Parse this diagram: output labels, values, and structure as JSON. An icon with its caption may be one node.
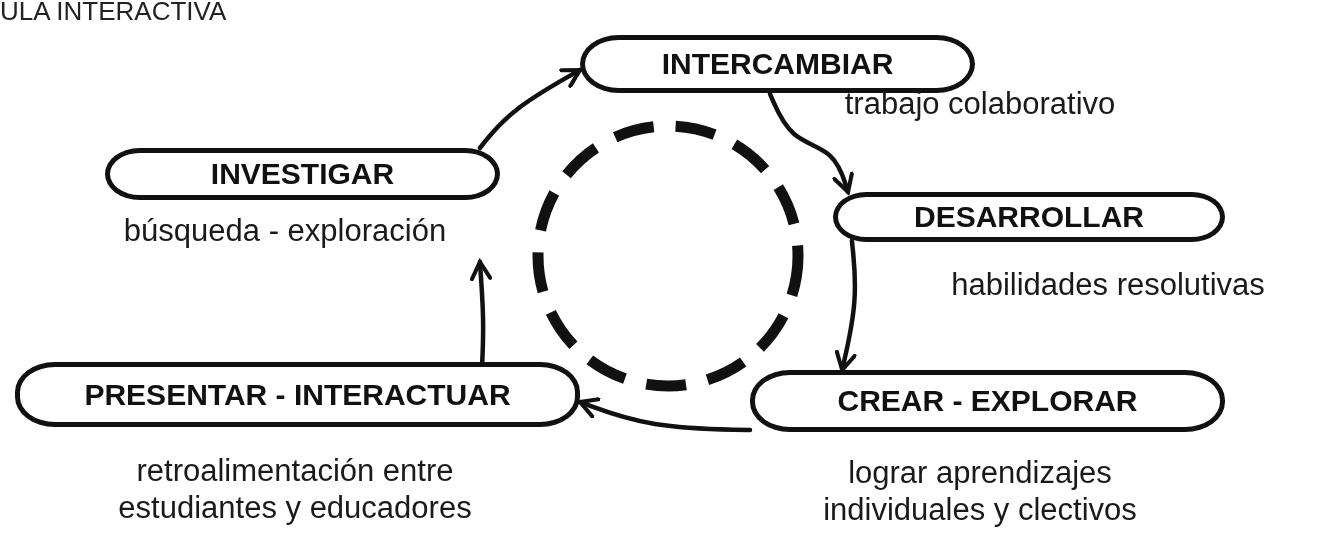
{
  "diagram": {
    "title": "ULA INTERACTIVA",
    "nodes": [
      {
        "text": [
          "INVESTIGAR"
        ],
        "beside": [
          "búsqueda - exploración"
        ]
      },
      {
        "text": [
          "INTERCAMBIAR"
        ],
        "beside": [
          "trabajo colaborativo"
        ]
      },
      {
        "text": [
          "DESARROLLAR"
        ],
        "beside": [
          "habilidades resolutivas"
        ]
      },
      {
        "text": [
          "CREAR - EXPLORAR"
        ],
        "beside": [
          "lograr aprendizajes individuales y clectivos"
        ]
      },
      {
        "text": [
          "PRESENTAR - INTERACTUAR"
        ],
        "beside": [
          "retroalimentación entre estudiantes y educadores"
        ]
      },
      {
        "text": [],
        "shape": "circle"
      }
    ],
    "edges": [
      {
        "from": 0,
        "to": 1,
        "arrow": "to"
      },
      {
        "from": 1,
        "to": 2,
        "arrow": "to"
      },
      {
        "from": 2,
        "to": 3,
        "arrow": "to"
      },
      {
        "from": 3,
        "to": 4,
        "arrow": "to"
      },
      {
        "from": 4,
        "to": 0,
        "arrow": "to"
      }
    ]
  }
}
